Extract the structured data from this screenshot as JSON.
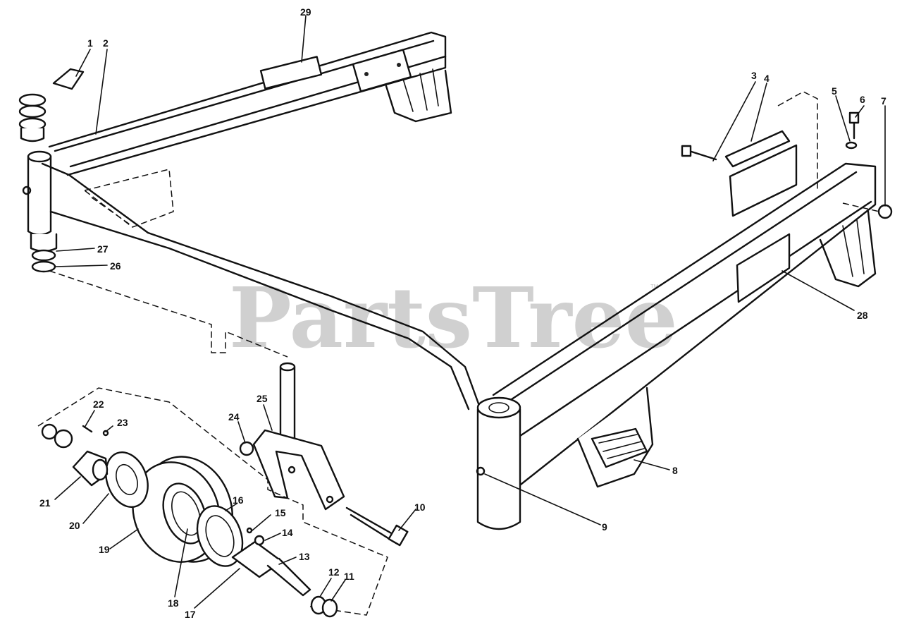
{
  "watermark": {
    "text": "PartsTree",
    "trademark": "™"
  },
  "callouts": [
    {
      "id": "c1",
      "label": "1"
    },
    {
      "id": "c2",
      "label": "2"
    },
    {
      "id": "c3",
      "label": "3"
    },
    {
      "id": "c4",
      "label": "4"
    },
    {
      "id": "c5",
      "label": "5"
    },
    {
      "id": "c6",
      "label": "6"
    },
    {
      "id": "c7",
      "label": "7"
    },
    {
      "id": "c8",
      "label": "8"
    },
    {
      "id": "c9",
      "label": "9"
    },
    {
      "id": "c10",
      "label": "10"
    },
    {
      "id": "c11",
      "label": "11"
    },
    {
      "id": "c12",
      "label": "12"
    },
    {
      "id": "c13",
      "label": "13"
    },
    {
      "id": "c14",
      "label": "14"
    },
    {
      "id": "c15",
      "label": "15"
    },
    {
      "id": "c16",
      "label": "16"
    },
    {
      "id": "c17",
      "label": "17"
    },
    {
      "id": "c18",
      "label": "18"
    },
    {
      "id": "c19",
      "label": "19"
    },
    {
      "id": "c20",
      "label": "20"
    },
    {
      "id": "c21",
      "label": "21"
    },
    {
      "id": "c22",
      "label": "22"
    },
    {
      "id": "c23",
      "label": "23"
    },
    {
      "id": "c24",
      "label": "24"
    },
    {
      "id": "c25",
      "label": "25"
    },
    {
      "id": "c26",
      "label": "26"
    },
    {
      "id": "c27",
      "label": "27"
    },
    {
      "id": "c28",
      "label": "28"
    },
    {
      "id": "c29",
      "label": "29"
    }
  ]
}
